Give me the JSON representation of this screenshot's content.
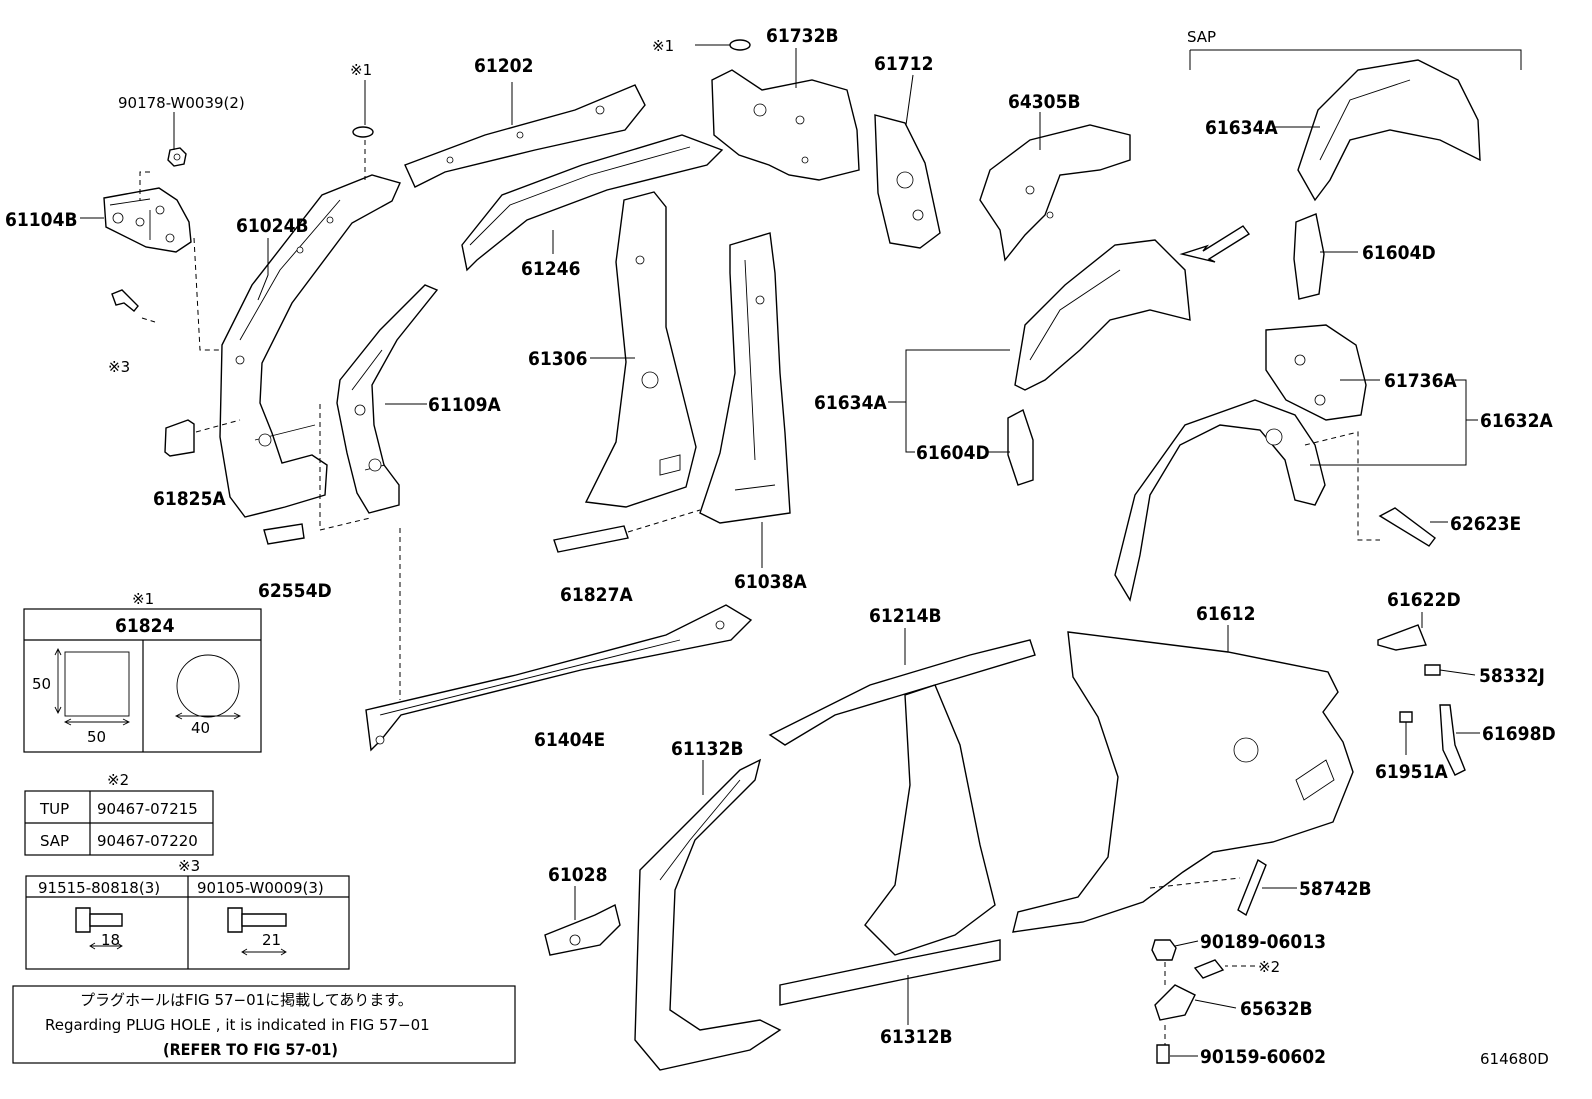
{
  "labels": {
    "p90178": "90178-W0039(2)",
    "p61104B": "61104B",
    "star3_bolt": "※3",
    "p61825A": "61825A",
    "star1_top": "※1",
    "p61024B": "61024B",
    "p61202": "61202",
    "p61109A": "61109A",
    "p62554D": "62554D",
    "star1_b": "※1",
    "p61732B": "61732B",
    "p61246": "61246",
    "p61306": "61306",
    "p61827A": "61827A",
    "p61712": "61712",
    "p61038A": "61038A",
    "p61404E": "61404E",
    "p64305B": "64305B",
    "sap": "SAP",
    "p61634A_r": "61634A",
    "p61604D_r": "61604D",
    "p61634A_m": "61634A",
    "p61604D_m": "61604D",
    "p61736A": "61736A",
    "p61632A": "61632A",
    "p62623E": "62623E",
    "p61622D": "61622D",
    "p58332J": "58332J",
    "p61698D": "61698D",
    "p61951A": "61951A",
    "p61214B": "61214B",
    "p61612": "61612",
    "p61132B": "61132B",
    "p61028": "61028",
    "p61312B": "61312B",
    "p58742B": "58742B",
    "p90189": "90189-06013",
    "star2_clip": "※2",
    "p65632B": "65632B",
    "p90159": "90159-60602",
    "diagram_id": "614680D"
  },
  "note1": {
    "mark": "※1",
    "part": "61824",
    "dim_h": "50",
    "dim_w": "50",
    "dim_d": "40"
  },
  "note2": {
    "mark": "※2",
    "rows": [
      {
        "grade": "TUP",
        "part": "90467-07215"
      },
      {
        "grade": "SAP",
        "part": "90467-07220"
      }
    ]
  },
  "note3": {
    "mark": "※3",
    "left_part": "91515-80818(3)",
    "right_part": "90105-W0009(3)",
    "left_dim": "18",
    "right_dim": "21"
  },
  "footnote": {
    "line1": "プラグホールはFIG 57−01に掲載してあります。",
    "line2": "Regarding PLUG HOLE , it is indicated in FIG 57−01",
    "line3": "(REFER TO FIG 57-01)"
  }
}
